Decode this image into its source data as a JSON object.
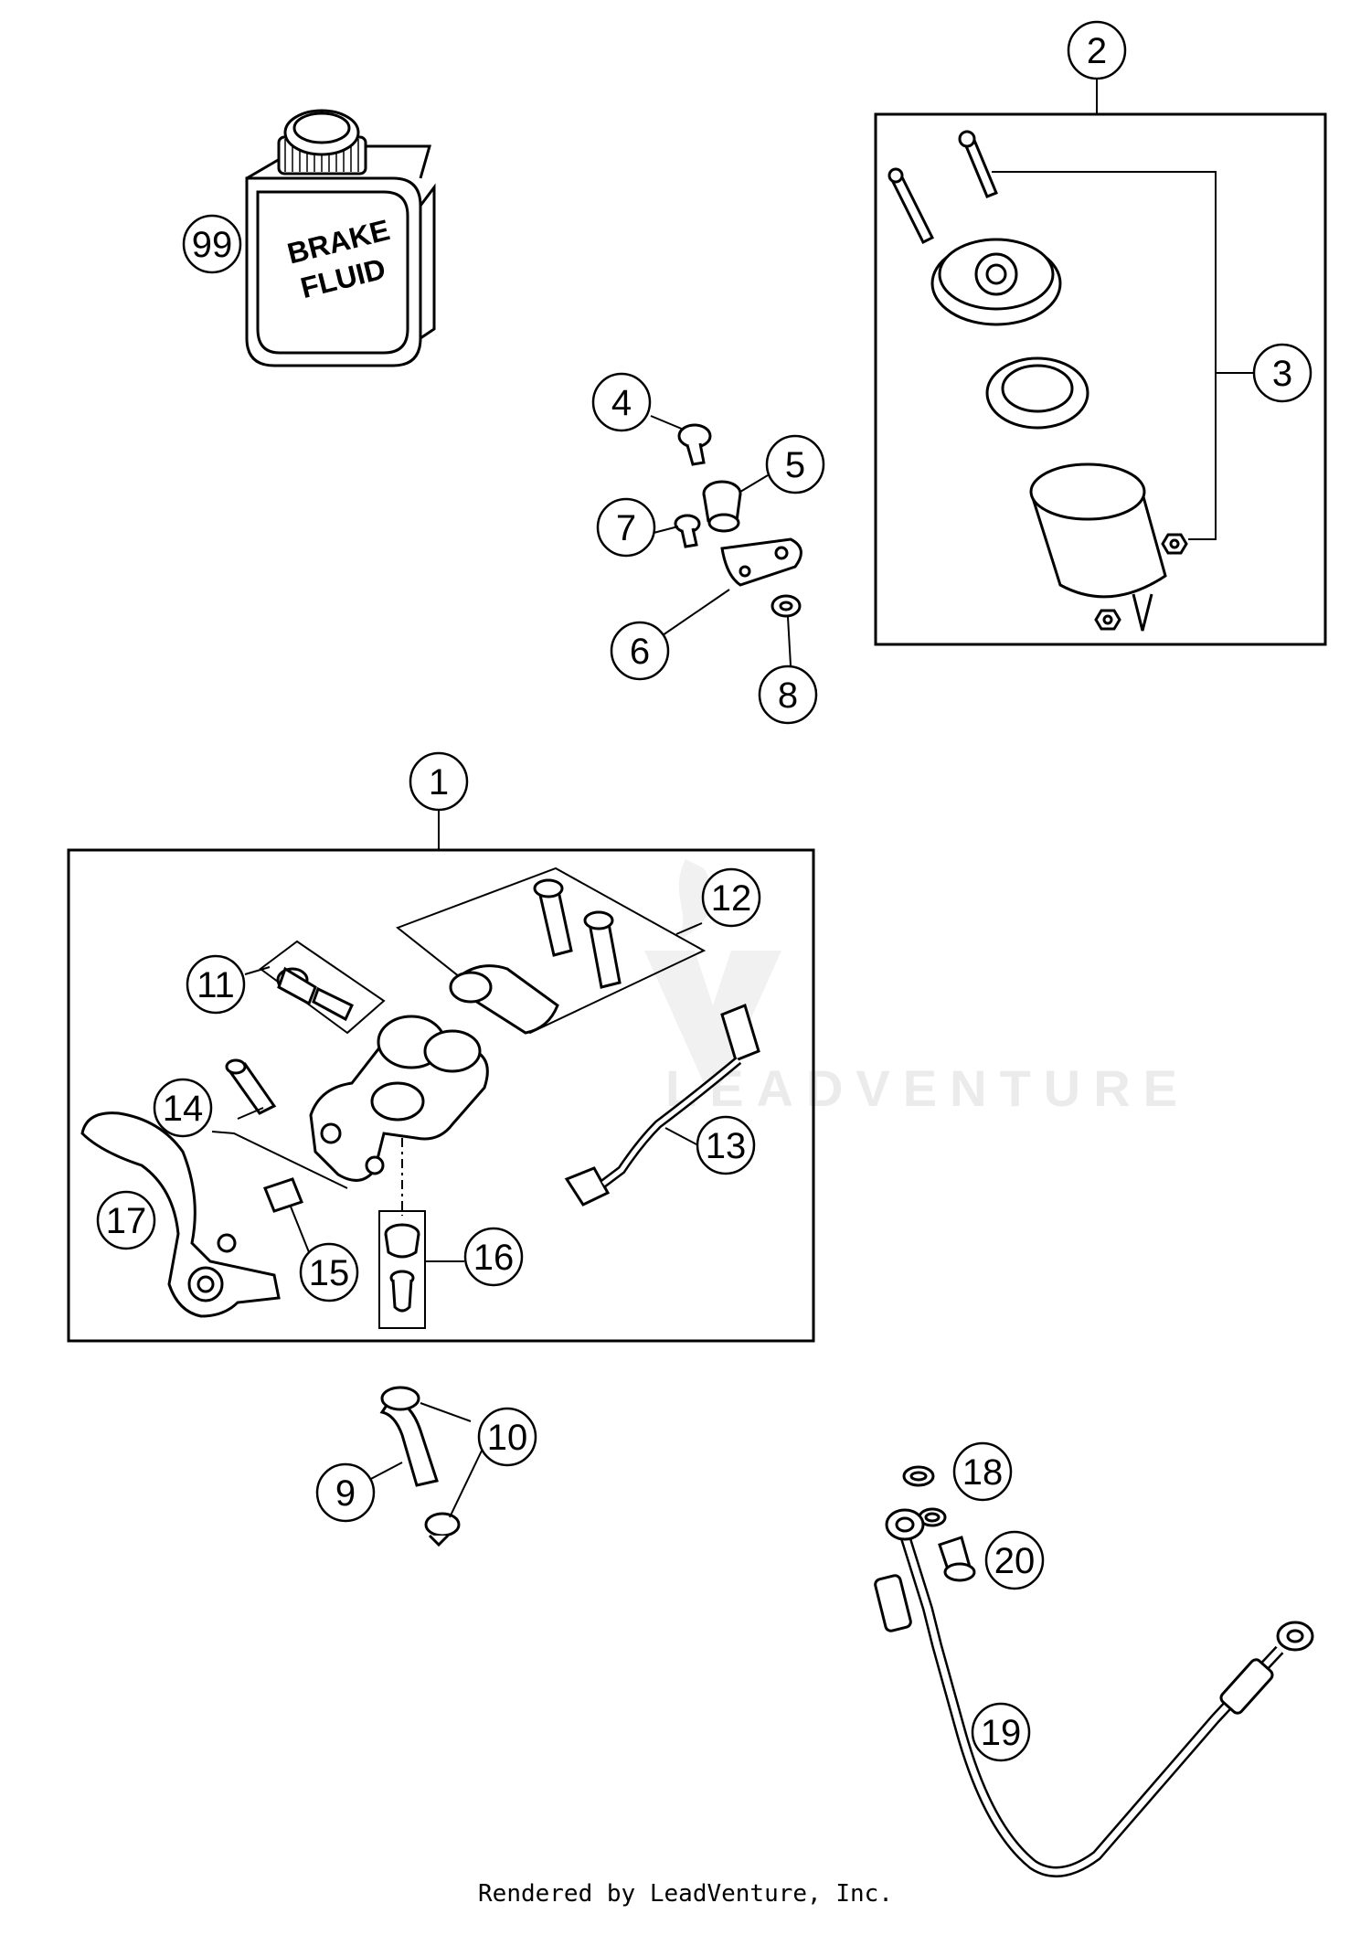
{
  "diagram": {
    "can_label_line1": "BRAKE",
    "can_label_line2": "FLUID",
    "watermark": "LEADVENTURE",
    "footer": "Rendered by LeadVenture, Inc.",
    "callouts": [
      {
        "id": "c1",
        "label": "1"
      },
      {
        "id": "c2",
        "label": "2"
      },
      {
        "id": "c3",
        "label": "3"
      },
      {
        "id": "c4",
        "label": "4"
      },
      {
        "id": "c5",
        "label": "5"
      },
      {
        "id": "c6",
        "label": "6"
      },
      {
        "id": "c7",
        "label": "7"
      },
      {
        "id": "c8",
        "label": "8"
      },
      {
        "id": "c9",
        "label": "9"
      },
      {
        "id": "c10",
        "label": "10"
      },
      {
        "id": "c11",
        "label": "11"
      },
      {
        "id": "c12",
        "label": "12"
      },
      {
        "id": "c13",
        "label": "13"
      },
      {
        "id": "c14",
        "label": "14"
      },
      {
        "id": "c15",
        "label": "15"
      },
      {
        "id": "c16",
        "label": "16"
      },
      {
        "id": "c17",
        "label": "17"
      },
      {
        "id": "c18",
        "label": "18"
      },
      {
        "id": "c19",
        "label": "19"
      },
      {
        "id": "c20",
        "label": "20"
      },
      {
        "id": "c99",
        "label": "99"
      }
    ]
  }
}
